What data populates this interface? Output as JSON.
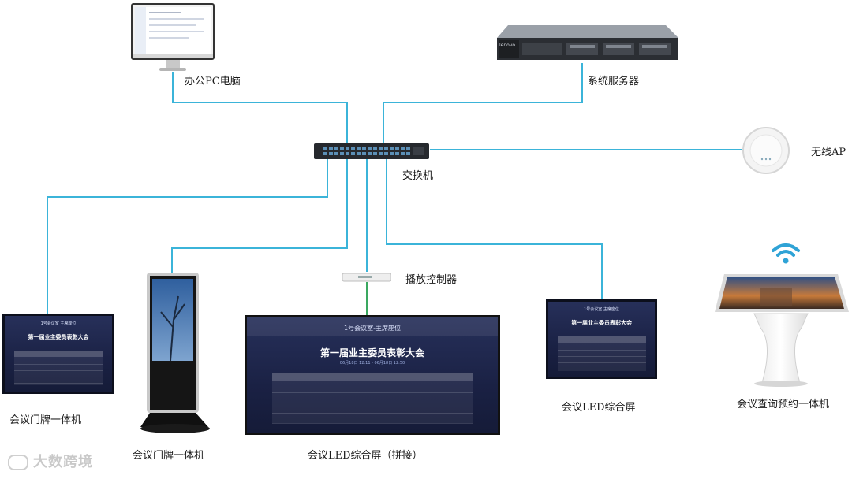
{
  "nodes": {
    "office_pc": "办公PC电脑",
    "server": "系统服务器",
    "switch": "交换机",
    "wireless_ap": "无线AP",
    "player": "播放控制器",
    "door_sign_1": "会议门牌一体机",
    "door_sign_2": "会议门牌一体机",
    "led_splice": "会议LED综合屏（拼接）",
    "led_screen": "会议LED综合屏",
    "kiosk": "会议查询预约一体机"
  },
  "screens": {
    "big": {
      "header": "1号会议室-主席座位",
      "title": "第一届业主委员表彰大会",
      "subtitle": "06月18日 12:11 - 06月18日 12:50"
    },
    "small_left": {
      "header": "1号会议室 主席座位",
      "title": "第一届业主委员表彰大会"
    },
    "small_right": {
      "header": "1号会议室 主席座位",
      "title": "第一届业主委员表彰大会"
    }
  },
  "server_brand": "lenovo",
  "watermark": "大数跨境",
  "colors": {
    "wire": "#3bb4d9",
    "player_wire": "#3aa860",
    "screen_bg": "#1c2447"
  }
}
